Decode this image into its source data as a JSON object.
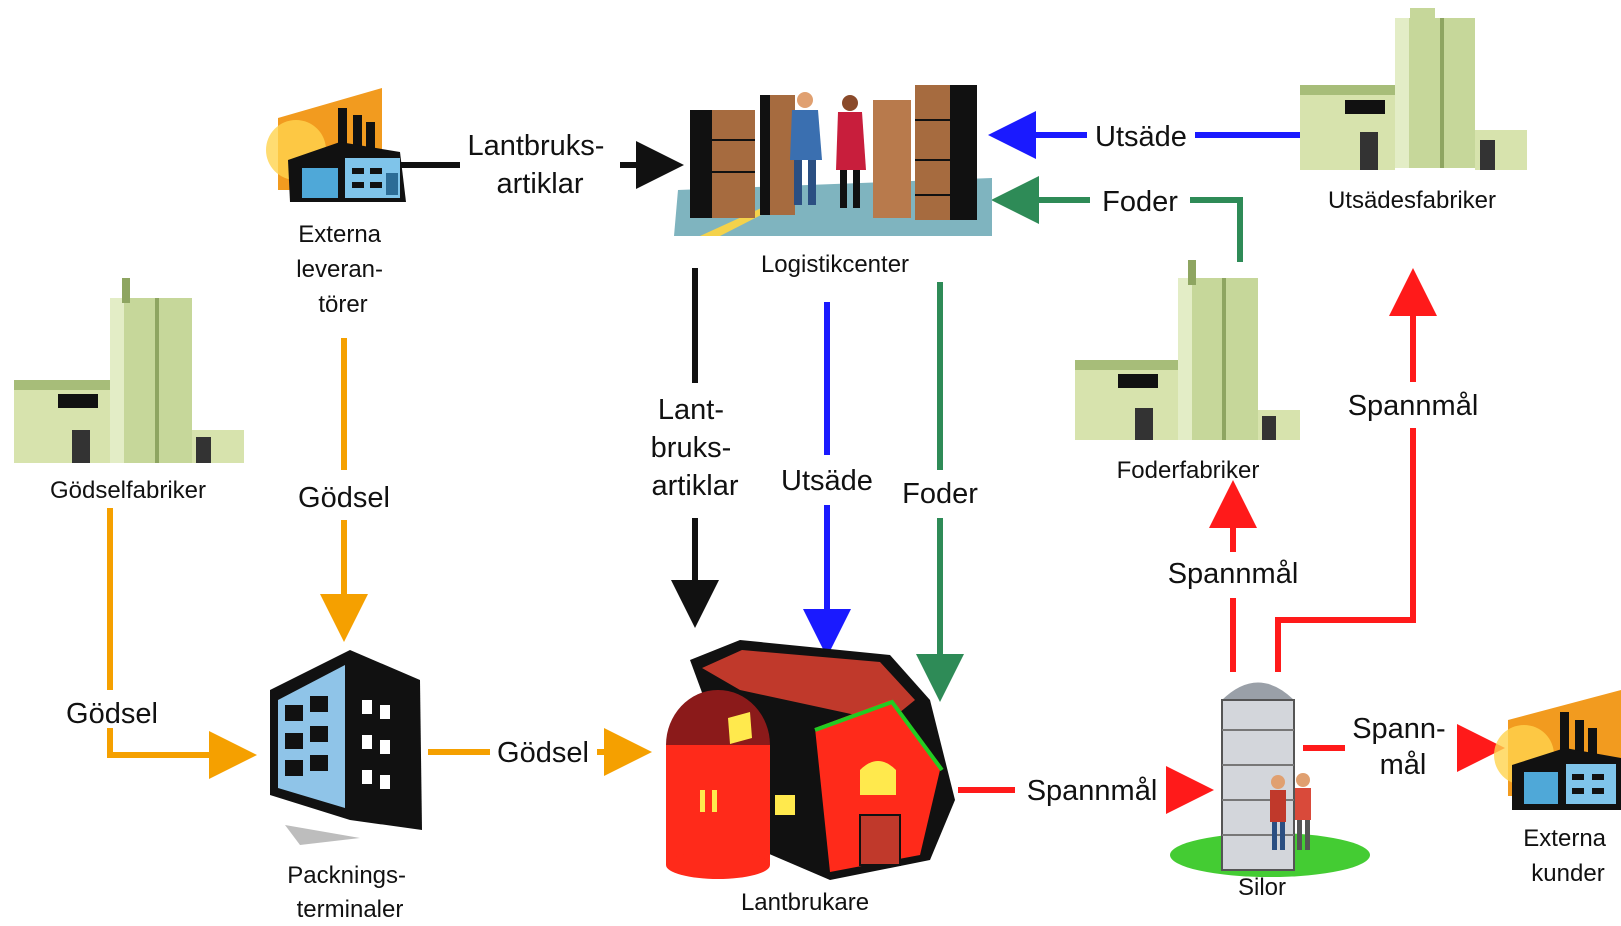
{
  "colors": {
    "black": "#111111",
    "blue": "#1a1aff",
    "green": "#2e8b57",
    "orange": "#f5a000",
    "red": "#ff1a1a"
  },
  "nodes": {
    "externa_leverantorer": {
      "lines": [
        "Externa",
        "leveran-",
        "törer"
      ],
      "icon": "factory-icon"
    },
    "logistikcenter": {
      "lines": [
        "Logistikcenter"
      ],
      "icon": "warehouse-icon"
    },
    "utsadesfabriker": {
      "lines": [
        "Utsädesfabriker"
      ],
      "icon": "mill-icon"
    },
    "foderfabriker": {
      "lines": [
        "Foderfabriker"
      ],
      "icon": "mill-icon"
    },
    "godselfabriker": {
      "lines": [
        "Gödselfabriker"
      ],
      "icon": "mill-icon"
    },
    "packningsterminaler": {
      "lines": [
        "Packnings-",
        "terminaler"
      ],
      "icon": "office-building-icon"
    },
    "lantbrukare": {
      "lines": [
        "Lantbrukare"
      ],
      "icon": "barn-icon"
    },
    "silor": {
      "lines": [
        "Silor"
      ],
      "icon": "silo-icon"
    },
    "externa_kunder": {
      "lines": [
        "Externa",
        "kunder"
      ],
      "icon": "factory-icon"
    }
  },
  "edges": {
    "lev_to_log": {
      "lines": [
        "Lantbruks-",
        "artiklar"
      ]
    },
    "uts_to_log": {
      "lines": [
        "Utsäde"
      ]
    },
    "fod_to_log": {
      "lines": [
        "Foder"
      ]
    },
    "log_to_lant_art": {
      "lines": [
        "Lant-",
        "bruks-",
        "artiklar"
      ]
    },
    "log_to_lant_uts": {
      "lines": [
        "Utsäde"
      ]
    },
    "log_to_lant_fod": {
      "lines": [
        "Foder"
      ]
    },
    "lev_to_pack": {
      "lines": [
        "Gödsel"
      ]
    },
    "godf_to_pack": {
      "lines": [
        "Gödsel"
      ]
    },
    "pack_to_lant": {
      "lines": [
        "Gödsel"
      ]
    },
    "lant_to_silo": {
      "lines": [
        "Spannmål"
      ]
    },
    "silo_to_fod": {
      "lines": [
        "Spannmål"
      ]
    },
    "silo_to_uts": {
      "lines": [
        "Spannmål"
      ]
    },
    "silo_to_kund": {
      "lines": [
        "Spann-",
        "mål"
      ]
    }
  }
}
